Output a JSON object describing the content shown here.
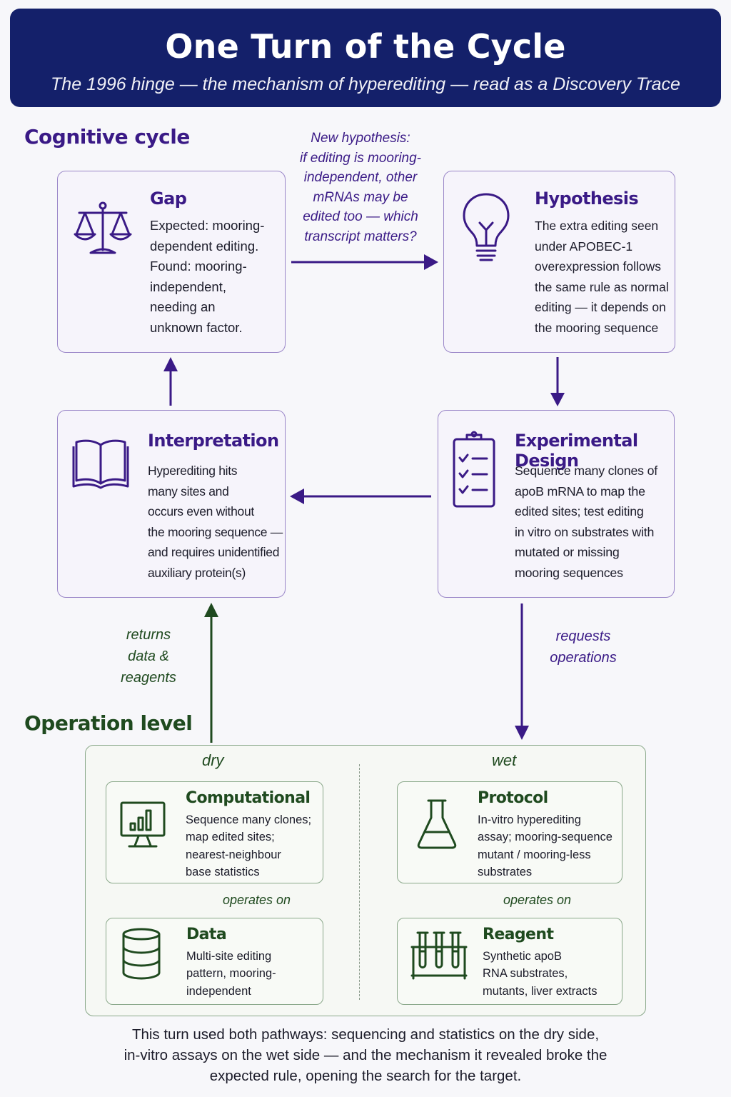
{
  "header": {
    "title": "One Turn of the Cycle",
    "subtitle": "The 1996 hinge — the mechanism of hyperediting — read as a Discovery Trace"
  },
  "cognitive": {
    "section_title": "Cognitive cycle",
    "gap": {
      "title": "Gap",
      "lines": [
        "Expected: mooring-",
        "dependent editing.",
        "Found: mooring-",
        "independent,",
        "needing an",
        "unknown factor."
      ],
      "icon": "scales-icon"
    },
    "hypothesis": {
      "title": "Hypothesis",
      "lines": [
        "The extra editing seen",
        "under APOBEC-1",
        "overexpression follows",
        "the same rule as normal",
        "editing — it depends on",
        "the mooring sequence"
      ],
      "icon": "lightbulb-icon"
    },
    "interpretation": {
      "title": "Interpretation",
      "lines": [
        "Hyperediting hits",
        "many sites and",
        "occurs even without",
        "the mooring sequence —",
        "and requires unidentified",
        "auxiliary protein(s)"
      ],
      "icon": "open-book-icon"
    },
    "design": {
      "title": "Experimental Design",
      "lines": [
        "Sequence many clones of",
        "apoB mRNA to map the",
        "edited sites; test editing",
        "in vitro on substrates with",
        "mutated or missing",
        "mooring sequences"
      ],
      "icon": "clipboard-checklist-icon"
    },
    "new_hypothesis_note": [
      "New hypothesis:",
      "if editing is mooring-",
      "independent, other",
      "mRNAs may be",
      "edited too — which",
      "transcript matters?"
    ],
    "returns_label": [
      "returns",
      "data &",
      "reagents"
    ],
    "requests_label": [
      "requests",
      "operations"
    ]
  },
  "operation": {
    "section_title": "Operation level",
    "dry_label": "dry",
    "wet_label": "wet",
    "operates_on": "operates on",
    "computational": {
      "title": "Computational",
      "lines": [
        "Sequence many clones;",
        "map edited sites;",
        "nearest-neighbour",
        "base statistics"
      ],
      "icon": "monitor-chart-icon"
    },
    "data": {
      "title": "Data",
      "lines": [
        "Multi-site editing",
        "pattern, mooring-",
        "independent"
      ],
      "icon": "database-icon"
    },
    "protocol": {
      "title": "Protocol",
      "lines": [
        "In-vitro hyperediting",
        "assay; mooring-sequence",
        "mutant / mooring-less",
        "substrates"
      ],
      "icon": "flask-icon"
    },
    "reagent": {
      "title": "Reagent",
      "lines": [
        "Synthetic apoB",
        "RNA substrates,",
        "mutants, liver extracts"
      ],
      "icon": "test-tubes-icon"
    }
  },
  "footer": {
    "lines": [
      "This turn used both pathways: sequencing and statistics on the dry side,",
      "in-vitro assays on the wet side — and the mechanism it revealed broke the",
      "expected rule, opening the search for the target."
    ]
  },
  "colors": {
    "navy": "#14206a",
    "purple": "#3a1a86",
    "green": "#1f4a1f"
  }
}
